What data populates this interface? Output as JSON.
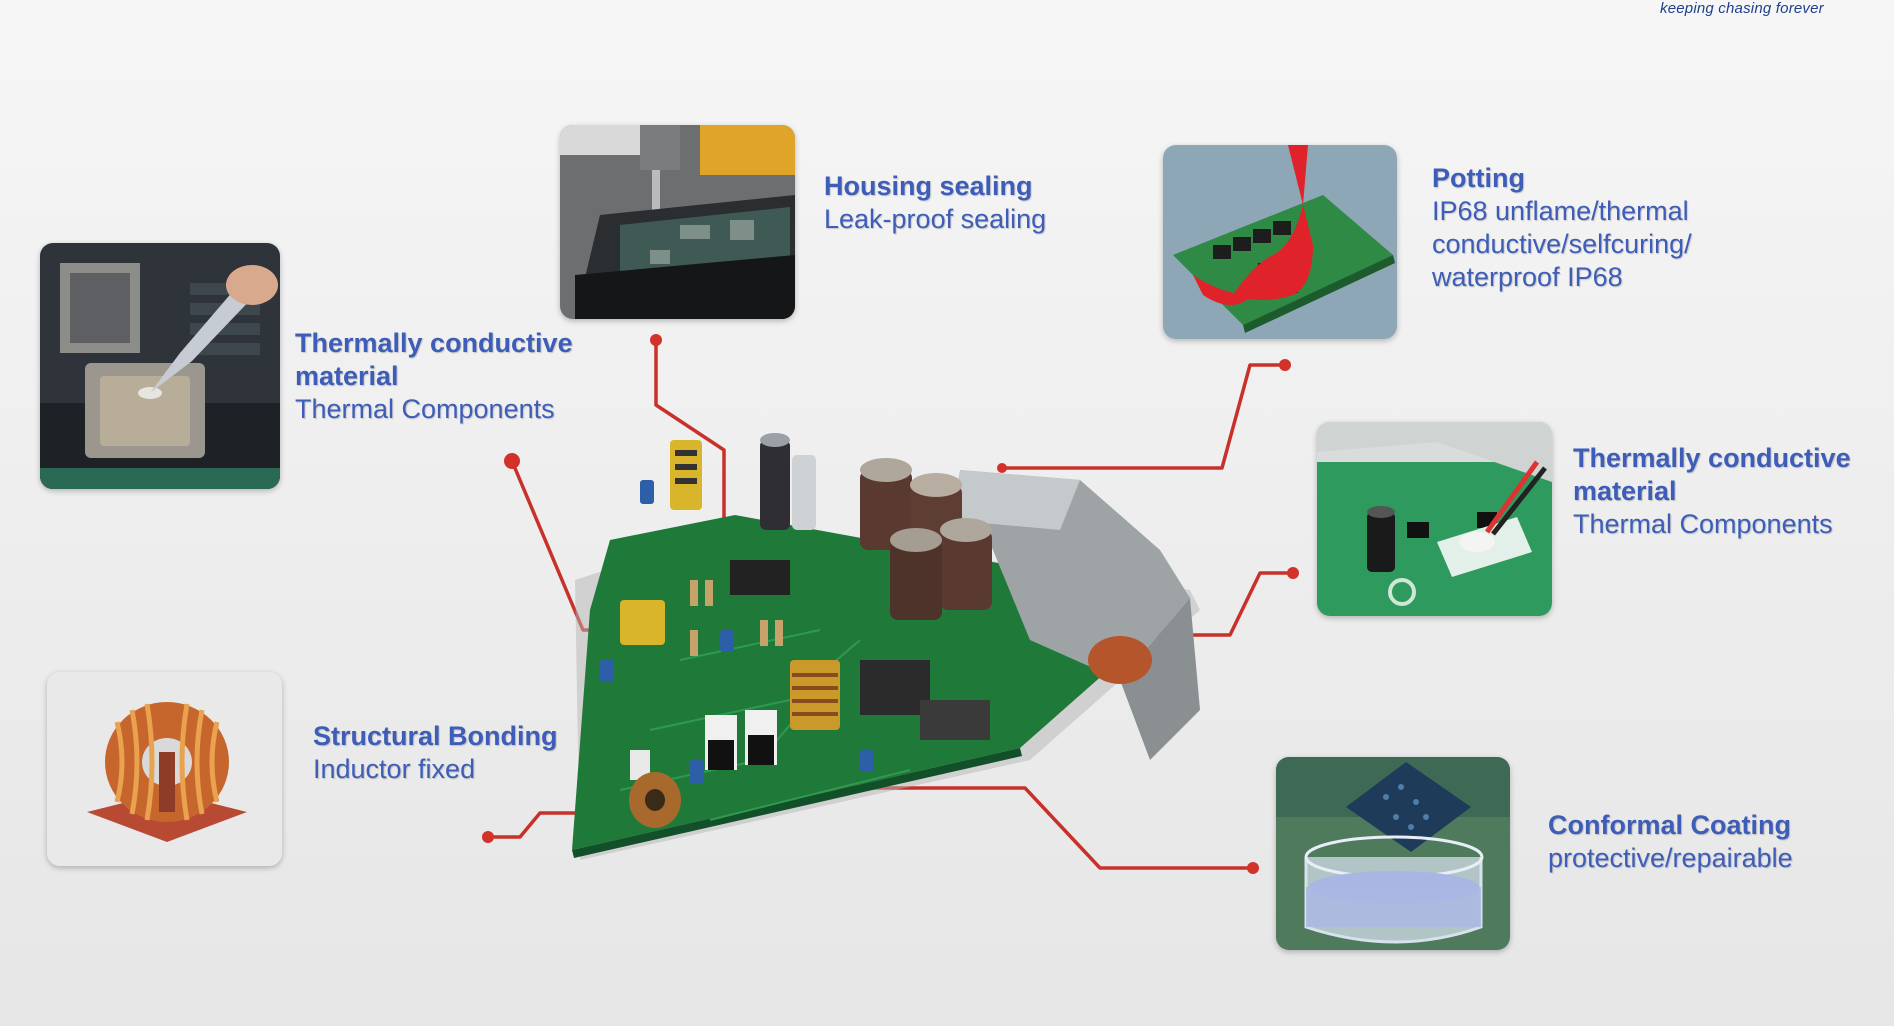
{
  "tagline": "keeping chasing forever",
  "colors": {
    "label_blue": "#3d5db8",
    "connector_red": "#c8312a",
    "pcb_green": "#1f7a3a",
    "background": "#f0f0f0"
  },
  "callouts": [
    {
      "id": "housing-sealing",
      "title": "Housing sealing",
      "subtitle_lines": [
        "Leak-proof sealing"
      ]
    },
    {
      "id": "potting",
      "title": "Potting",
      "subtitle_lines": [
        "IP68 unflame/thermal",
        "conductive/selfcuring/",
        "waterproof IP68"
      ]
    },
    {
      "id": "thermal-left",
      "title_lines": [
        "Thermally conductive",
        "material"
      ],
      "subtitle_lines": [
        "Thermal Components"
      ]
    },
    {
      "id": "thermal-right",
      "title_lines": [
        "Thermally conductive",
        "material"
      ],
      "subtitle_lines": [
        "Thermal Components"
      ]
    },
    {
      "id": "structural-bonding",
      "title": "Structural Bonding",
      "subtitle_lines": [
        "Inductor fixed"
      ]
    },
    {
      "id": "conformal-coating",
      "title": "Conformal Coating",
      "subtitle_lines": [
        "protective/repairable"
      ]
    }
  ],
  "images": {
    "thermal_left": "thermal-paste-on-cpu-photo",
    "housing": "dispensing-needle-on-housing-photo",
    "potting": "red-potting-on-pcb-photo",
    "thermal_right": "thermal-gel-on-component-photo",
    "inductor": "toroidal-inductor-photo",
    "coating": "chip-dipped-in-coating-photo",
    "board": "power-supply-pcb-photo"
  }
}
